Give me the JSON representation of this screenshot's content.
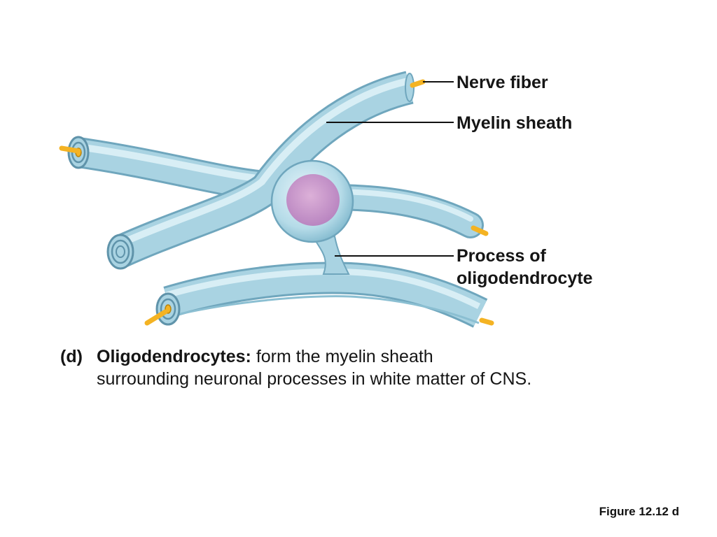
{
  "labels": {
    "nerve_fiber": "Nerve fiber",
    "myelin_sheath": "Myelin sheath",
    "process_line1": "Process of",
    "process_line2": "oligodendrocyte"
  },
  "caption": {
    "tag": "(d)",
    "term": "Oligodendrocytes:",
    "text_line1": " form the myelin sheath",
    "text_line2": "surrounding neuronal processes in white matter of CNS."
  },
  "figure_ref": "Figure 12.12 d",
  "colors": {
    "sheath": "#a9d3e2",
    "sheath_dark": "#6fa6bd",
    "axon": "#f4b323",
    "nucleus": "#c98fc4"
  }
}
